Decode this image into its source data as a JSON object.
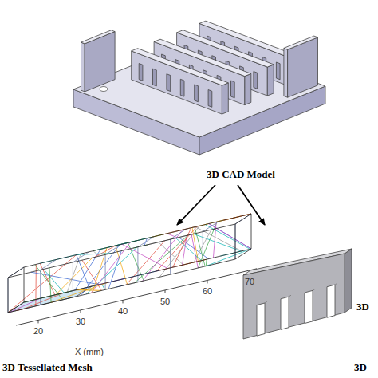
{
  "diagram": {
    "labels": [
      "3D CAD Model",
      "20",
      "30",
      "40",
      "50",
      "60",
      "70",
      "X (mm)",
      "3D",
      "3D Tessellated Mesh",
      "3D"
    ]
  }
}
